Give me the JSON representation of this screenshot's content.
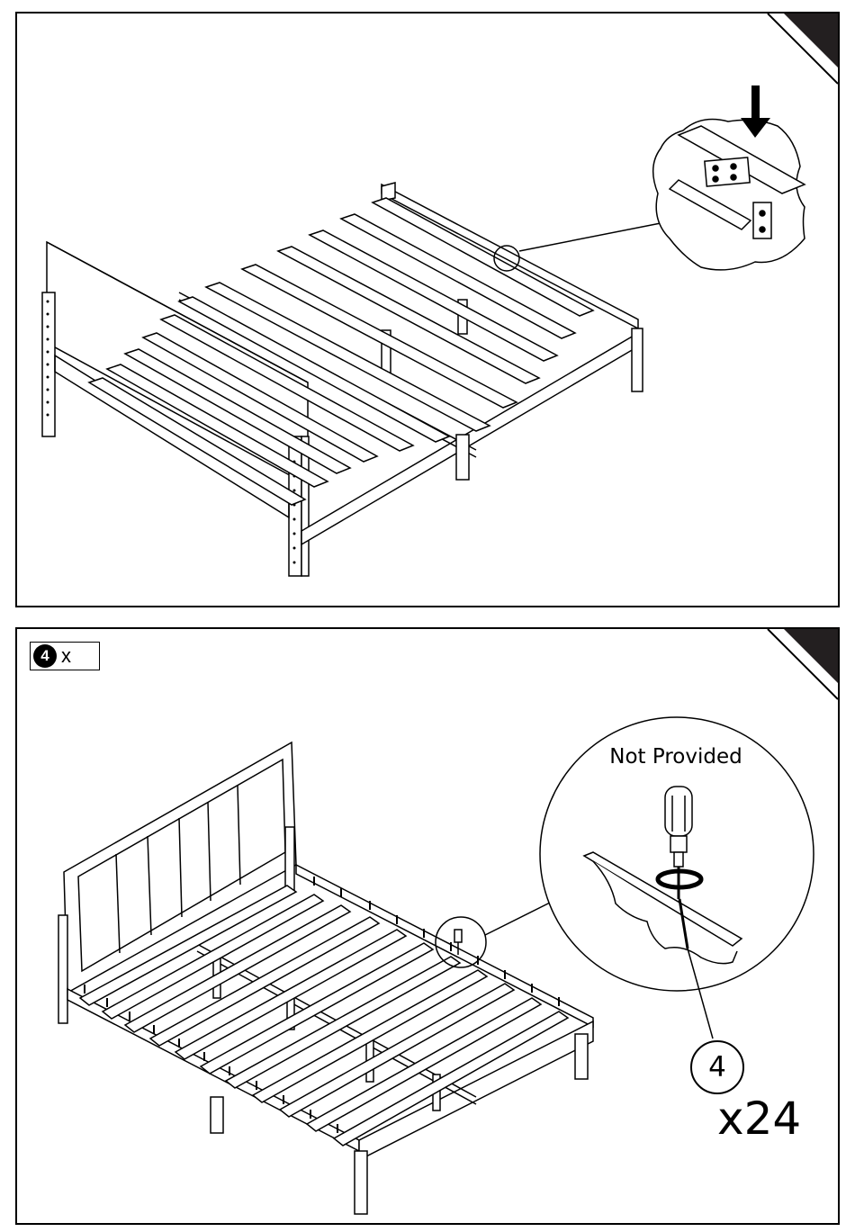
{
  "step": {
    "number": "4",
    "suffix": "x"
  },
  "callout": {
    "note": "Not Provided",
    "part_number": "4",
    "quantity": "x24"
  },
  "icons": {
    "arrow": "arrow-down-icon",
    "screwdriver": "screwdriver-icon",
    "rotation": "rotate-clockwise-icon"
  }
}
